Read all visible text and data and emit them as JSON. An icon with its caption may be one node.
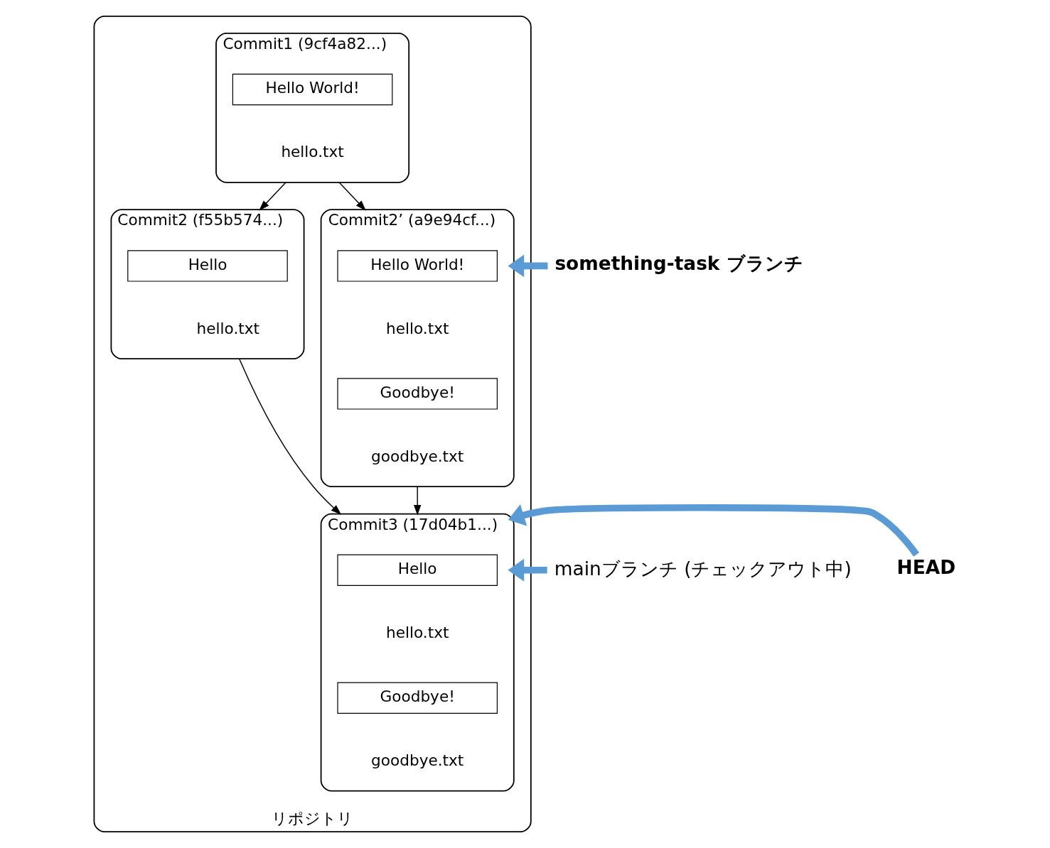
{
  "diagram": {
    "nodes": [
      {
        "text": [
          "リポジトリ"
        ]
      },
      {
        "text": [
          "Commit1 (9cf4a82...)"
        ],
        "in": 0
      },
      {
        "text": [
          "Hello World!"
        ],
        "in": 1,
        "beside": [
          "hello.txt"
        ]
      },
      {
        "text": [
          "Commit2 (f55b574...)"
        ],
        "in": 0
      },
      {
        "text": [
          "Hello"
        ],
        "in": 3,
        "beside": [
          "hello.txt"
        ]
      },
      {
        "text": [
          "Commit2’ (a9e94cf...)"
        ],
        "in": 0
      },
      {
        "text": [
          "Hello World!"
        ],
        "in": 5,
        "beside": [
          "hello.txt"
        ]
      },
      {
        "text": [
          "Goodbye!"
        ],
        "in": 5,
        "beside": [
          "goodbye.txt"
        ]
      },
      {
        "text": [
          "Commit3 (17d04b1...)"
        ],
        "in": 0
      },
      {
        "text": [
          "Hello"
        ],
        "in": 8,
        "beside": [
          "hello.txt"
        ]
      },
      {
        "text": [
          "Goodbye!"
        ],
        "in": 8,
        "beside": [
          "goodbye.txt"
        ]
      },
      {
        "text": [
          "something-task ブランチ"
        ]
      },
      {
        "text": [
          "mainブランチ (チェックアウト中)"
        ]
      },
      {
        "text": [
          "HEAD"
        ]
      }
    ],
    "edges": [
      {
        "from": 1,
        "to": 3,
        "arrow": "to"
      },
      {
        "from": 1,
        "to": 5,
        "arrow": "to"
      },
      {
        "from": 3,
        "to": 8,
        "arrow": "to"
      },
      {
        "from": 5,
        "to": 8,
        "arrow": "to"
      },
      {
        "from": 11,
        "to": 5,
        "arrow": "to",
        "style": "thick",
        "color": "#5b9bd5"
      },
      {
        "from": 12,
        "to": 8,
        "arrow": "to",
        "style": "thick",
        "color": "#5b9bd5"
      },
      {
        "from": 13,
        "to": 8,
        "arrow": "to",
        "style": "thick",
        "color": "#5b9bd5"
      }
    ]
  }
}
